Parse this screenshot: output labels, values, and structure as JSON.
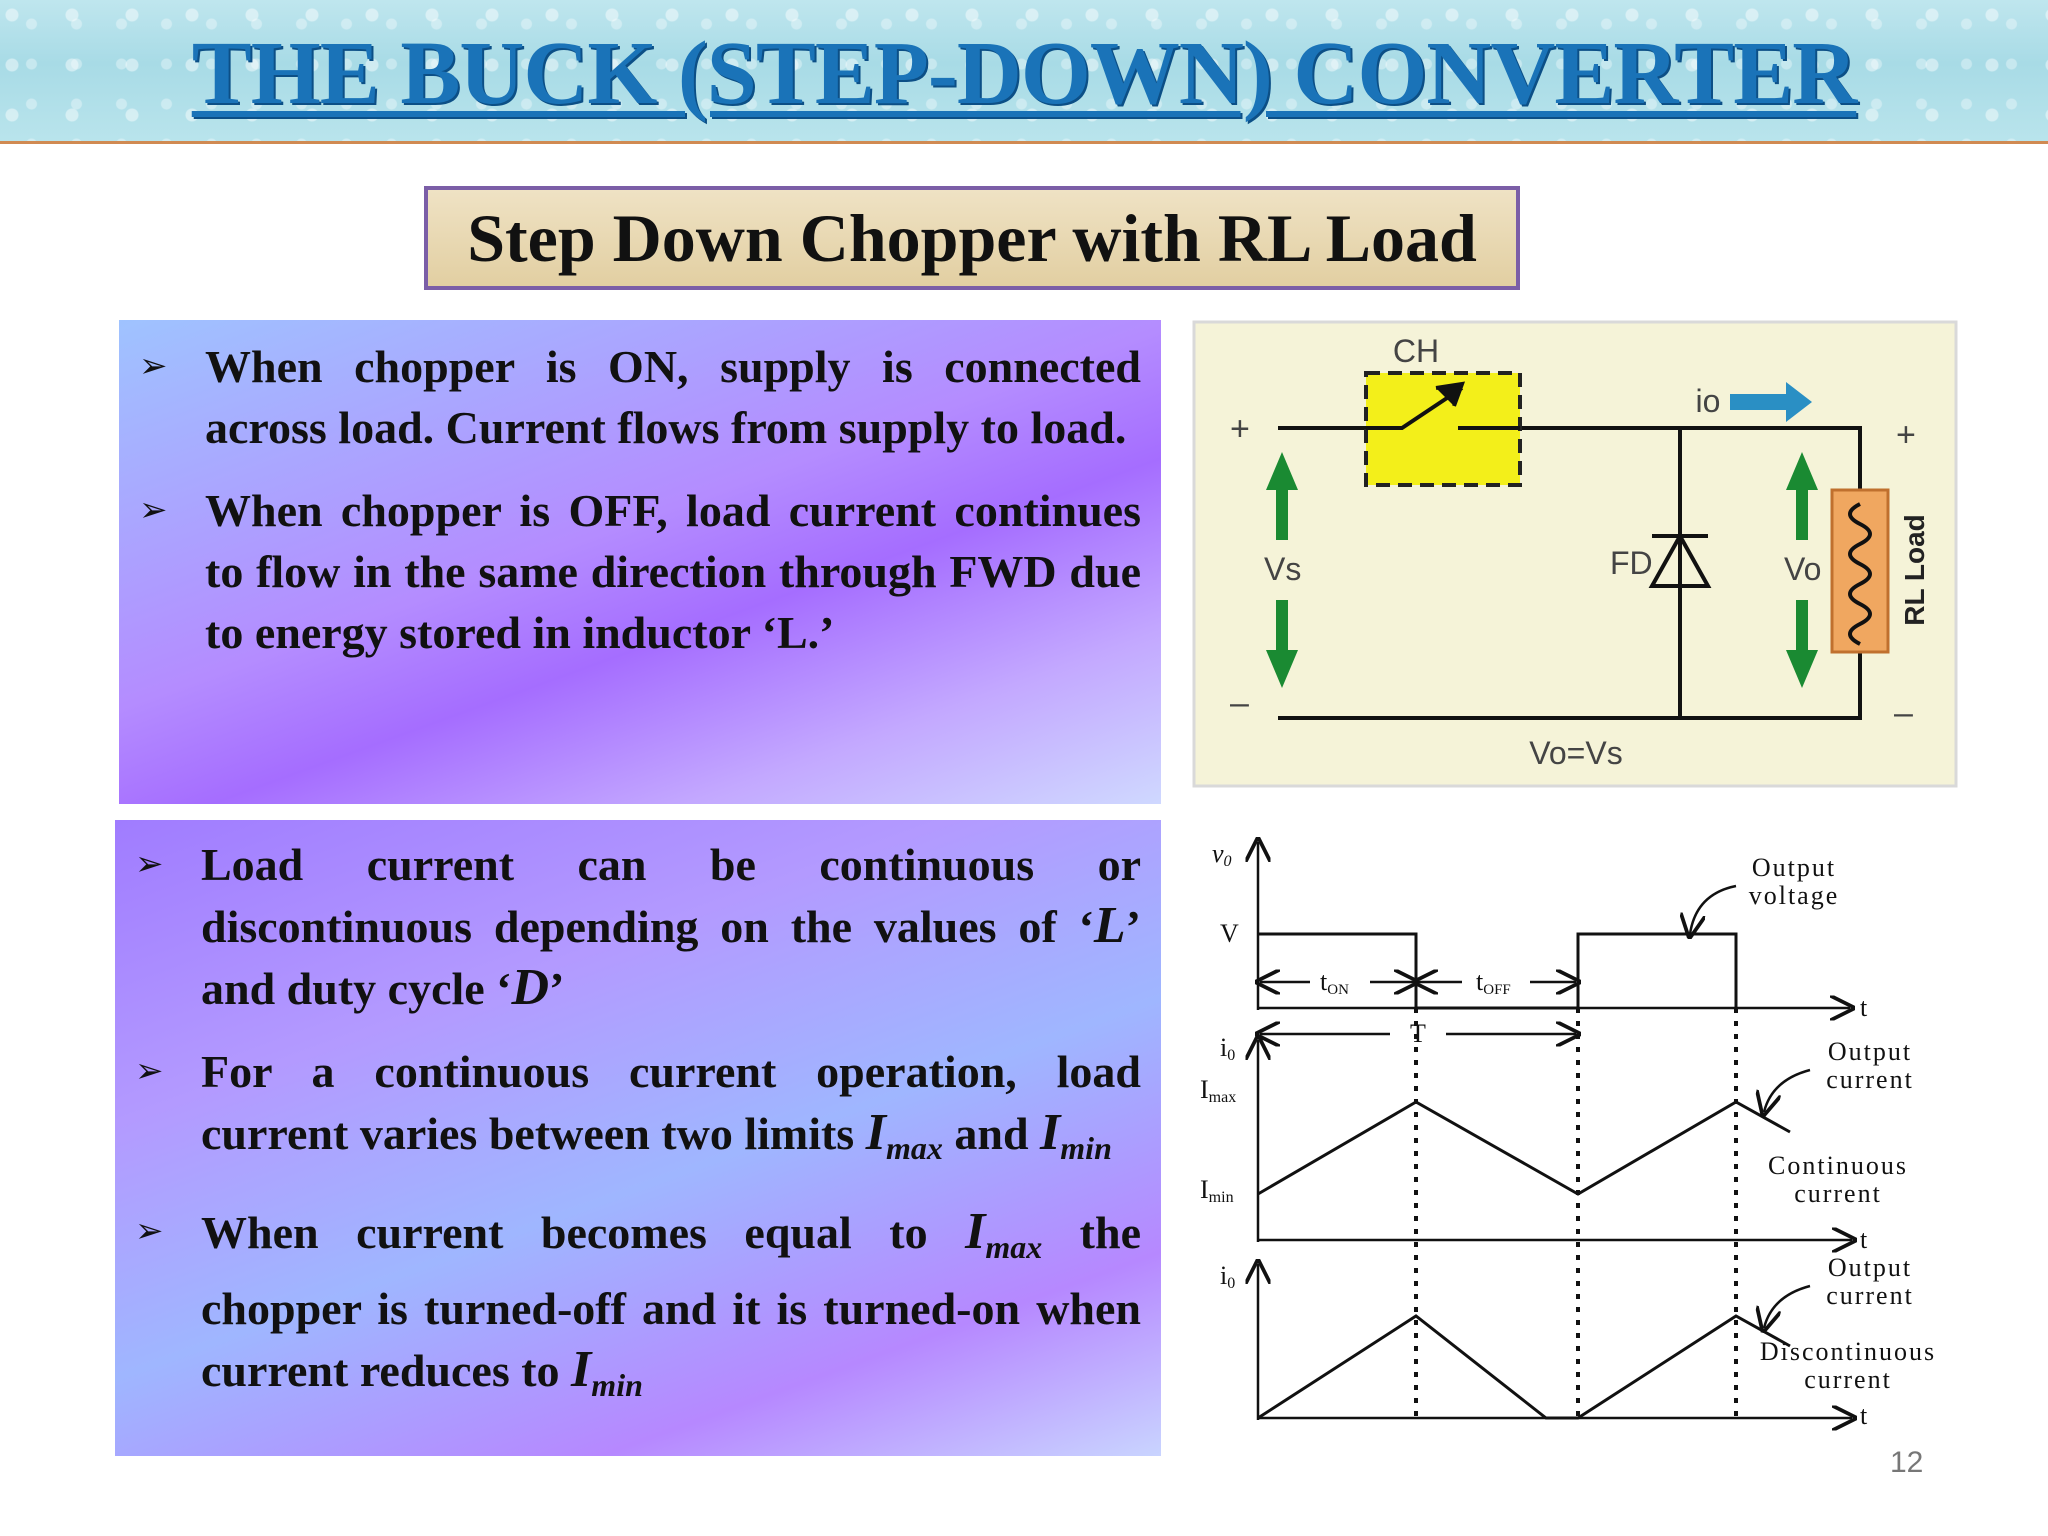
{
  "header": {
    "title": "THE BUCK (STEP-DOWN) CONVERTER"
  },
  "subtitle": "Step Down Chopper with RL Load",
  "box1": {
    "bullets": [
      "When chopper is ON, supply is connected across load. Current flows from supply to load.",
      "When chopper is OFF, load current continues to flow in the same direction through FWD due to energy stored in inductor ‘L.’"
    ]
  },
  "box2": {
    "b1_pre": "Load current can be continuous or discontinuous depending on the values of ‘",
    "b1_L": "L",
    "b1_mid": "’ and duty cycle ‘",
    "b1_D": "D",
    "b1_post": "’",
    "b2_pre": "For a continuous current operation, load current varies between two limits ",
    "b2_and": " and ",
    "b3_pre": "When current becomes equal to ",
    "b3_mid": " the chopper is turned-off and it is turned-on when current reduces to ",
    "I": "I",
    "max": "max",
    "min": "min"
  },
  "circuit": {
    "ch": "CH",
    "io": "io",
    "vs": "Vs",
    "fd": "FD",
    "vo": "Vo",
    "rl": "RL Load",
    "eq": "Vo=Vs",
    "plus": "+",
    "minus": "–",
    "colors": {
      "switch_box": "#f3ef1a",
      "arrow_green": "#1a8a32",
      "arrow_blue": "#2a8fc4",
      "load": "#f0a760",
      "background": "#f5f3d8"
    }
  },
  "waveforms": {
    "v0": "v",
    "v0_sub": "0",
    "V": "V",
    "ton": "t",
    "ton_sub": "ON",
    "toff": "t",
    "toff_sub": "OFF",
    "T": "T",
    "t": "t",
    "output_voltage": [
      "Output",
      "voltage"
    ],
    "i0": "i",
    "i0_sub": "0",
    "imax": "I",
    "imax_sub": "max",
    "imin": "I",
    "imin_sub": "min",
    "output_current": [
      "Output",
      "current"
    ],
    "continuous": [
      "Continuous",
      "current"
    ],
    "discontinuous": [
      "Discontinuous",
      "current"
    ]
  },
  "page_number": "12"
}
